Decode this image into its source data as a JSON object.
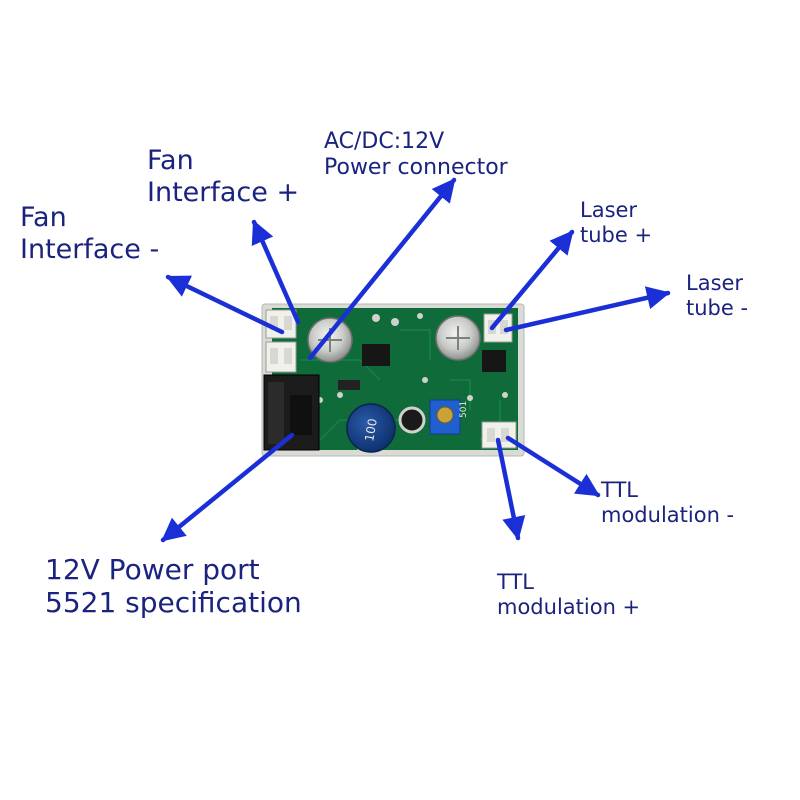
{
  "labels": {
    "fan_minus": [
      "Fan",
      "Interface -"
    ],
    "fan_plus": [
      "Fan",
      "Interface +"
    ],
    "ac_dc": [
      "AC/DC:12V",
      "Power connector"
    ],
    "laser_plus": [
      "Laser",
      "tube +"
    ],
    "laser_minus": [
      "Laser",
      "tube -"
    ],
    "power_port": [
      "12V Power port",
      "5521 specification"
    ],
    "ttl_minus": [
      "TTL",
      "modulation -"
    ],
    "ttl_plus": [
      "TTL",
      "modulation +"
    ]
  },
  "board": {
    "inductor_marking": "100",
    "pot_marking": "501"
  },
  "colors": {
    "arrow": "#1b2fd6",
    "label_text": "#1a237e",
    "pcb": "#0f6b3a",
    "pcb_edge": "#d9dcd6",
    "connector": "#f1f1ec",
    "trimmer": "#1f5fd0"
  }
}
